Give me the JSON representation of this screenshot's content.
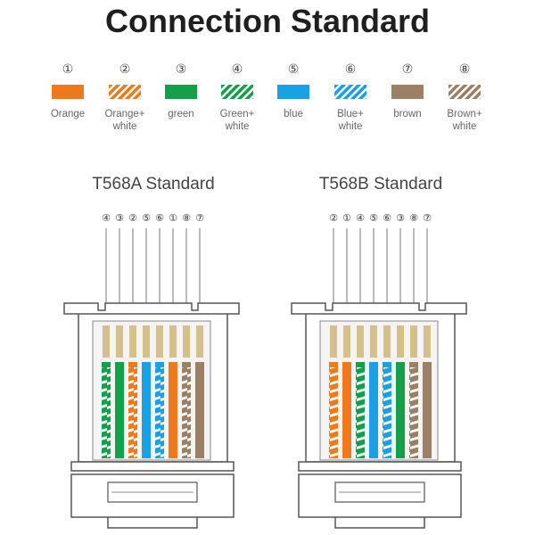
{
  "title": "Connection Standard",
  "legend": [
    {
      "num": "①",
      "label": "Orange",
      "color": "#f07a1b",
      "striped": false
    },
    {
      "num": "②",
      "label": "Orange+\nwhite",
      "color": "#f07a1b",
      "striped": true
    },
    {
      "num": "③",
      "label": "green",
      "color": "#13a049",
      "striped": false
    },
    {
      "num": "④",
      "label": "Green+\nwhite",
      "color": "#13a049",
      "striped": true
    },
    {
      "num": "⑤",
      "label": "blue",
      "color": "#1aa0e4",
      "striped": false
    },
    {
      "num": "⑥",
      "label": "Blue+\nwhite",
      "color": "#1aa0e4",
      "striped": true
    },
    {
      "num": "⑦",
      "label": "brown",
      "color": "#9c8064",
      "striped": false
    },
    {
      "num": "⑧",
      "label": "Brown+\nwhite",
      "color": "#9c8064",
      "striped": true
    }
  ],
  "standards": [
    {
      "title": "T568A Standard",
      "pins": [
        "④",
        "③",
        "②",
        "⑤",
        "⑥",
        "①",
        "⑧",
        "⑦"
      ],
      "wires": [
        4,
        3,
        2,
        5,
        6,
        1,
        8,
        7
      ]
    },
    {
      "title": "T568B Standard",
      "pins": [
        "②",
        "①",
        "④",
        "⑤",
        "⑥",
        "③",
        "⑧",
        "⑦"
      ],
      "wires": [
        2,
        1,
        4,
        5,
        6,
        3,
        8,
        7
      ]
    }
  ],
  "colors": {
    "contact": "#d6c089",
    "frame": "#555555"
  }
}
